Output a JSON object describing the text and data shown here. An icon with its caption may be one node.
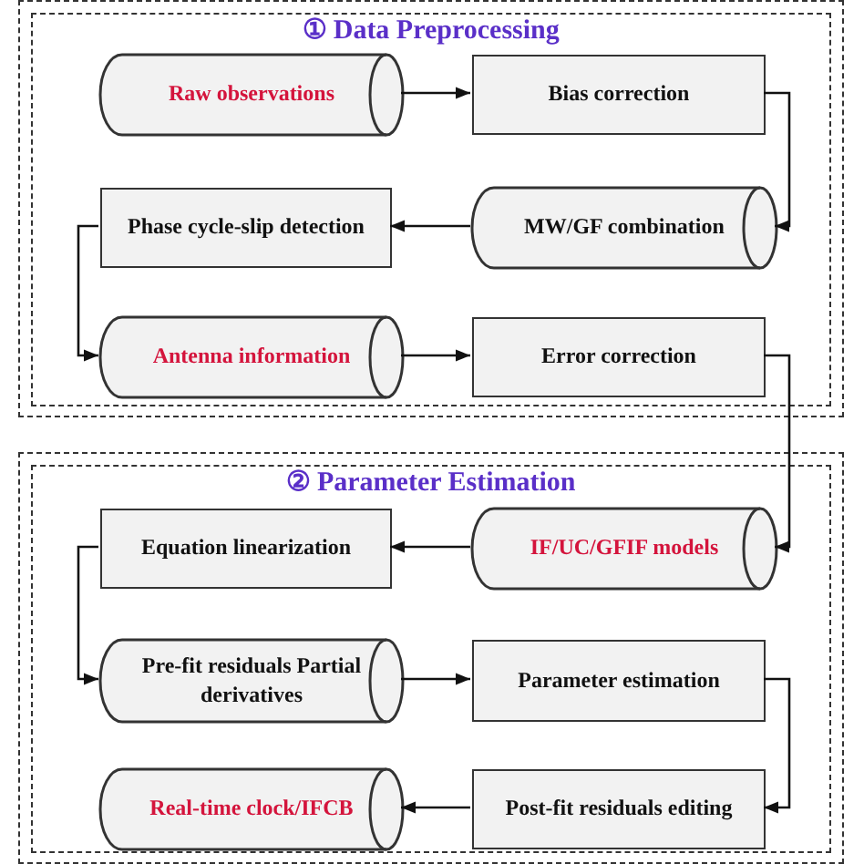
{
  "diagram": {
    "nodes": [
      {
        "text": [
          "① Data Preprocessing"
        ]
      },
      {
        "text": [
          "Raw observations"
        ],
        "in": 0
      },
      {
        "text": [
          "Bias correction"
        ],
        "in": 0
      },
      {
        "text": [
          "Phase cycle-slip detection"
        ],
        "in": 0
      },
      {
        "text": [
          "MW/GF combination"
        ],
        "in": 0
      },
      {
        "text": [
          "Antenna information"
        ],
        "in": 0
      },
      {
        "text": [
          "Error correction"
        ],
        "in": 0
      },
      {
        "text": [
          "② Parameter Estimation"
        ]
      },
      {
        "text": [
          "Equation linearization"
        ],
        "in": 7
      },
      {
        "text": [
          "IF/UC/GFIF models"
        ],
        "in": 7
      },
      {
        "text": [
          "Pre-fit residuals Partial derivatives"
        ],
        "in": 7
      },
      {
        "text": [
          "Parameter estimation"
        ],
        "in": 7
      },
      {
        "text": [
          "Real-time clock/IFCB"
        ],
        "in": 7
      },
      {
        "text": [
          "Post-fit residuals editing"
        ],
        "in": 7
      }
    ],
    "edges": [
      {
        "from": 1,
        "to": 2,
        "arrow": "to"
      },
      {
        "from": 2,
        "to": 4,
        "arrow": "to"
      },
      {
        "from": 4,
        "to": 3,
        "arrow": "to"
      },
      {
        "from": 3,
        "to": 5,
        "arrow": "to"
      },
      {
        "from": 5,
        "to": 6,
        "arrow": "to"
      },
      {
        "from": 6,
        "to": 9,
        "arrow": "to"
      },
      {
        "from": 9,
        "to": 8,
        "arrow": "to"
      },
      {
        "from": 8,
        "to": 10,
        "arrow": "to"
      },
      {
        "from": 10,
        "to": 11,
        "arrow": "to"
      },
      {
        "from": 11,
        "to": 13,
        "arrow": "to"
      },
      {
        "from": 13,
        "to": 12,
        "arrow": "to"
      }
    ]
  }
}
